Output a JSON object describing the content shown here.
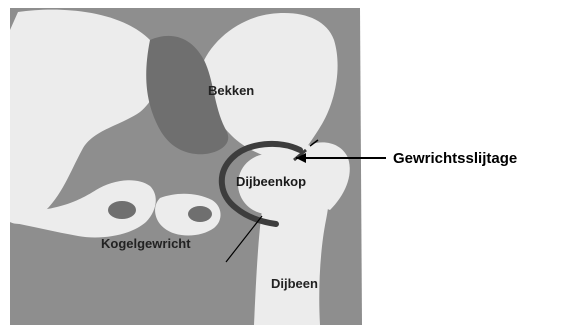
{
  "diagram": {
    "labels": {
      "bekken": "Bekken",
      "dijbeenkop": "Dijbeenkop",
      "kogelgewricht": "Kogelgewricht",
      "dijbeen": "Dijbeen",
      "gewrichtsslijtage": "Gewrichtsslijtage"
    },
    "colors": {
      "background": "#ffffff",
      "bone": "#ececec",
      "outer_tissue": "#8e8e8e",
      "inner_shadow": "#6f6f6f",
      "joint_gap": "#3d3d3d",
      "line": "#000000"
    }
  }
}
